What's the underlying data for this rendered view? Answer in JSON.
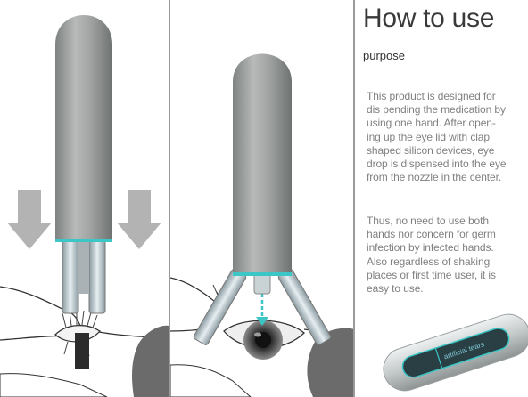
{
  "heading": {
    "title": "How to use",
    "subtitle": "purpose"
  },
  "paragraph_1": [
    "This product is designed for",
    "dis pending the medication by",
    "using one hand.  After open-",
    "ing up the eye lid with clap",
    "shaped silicon devices, eye",
    "drop is dispensed into the eye",
    "from the nozzle in the center."
  ],
  "paragraph_2": [
    "Thus, no need to use both",
    "hands nor concern for germ",
    "infection by infected hands.",
    "Also regardless of shaking",
    "places or first time user, it is",
    "easy to use."
  ],
  "product": {
    "label": "artificial tears"
  },
  "colors": {
    "body_gray": "#9da09f",
    "accent_teal": "#3cc6c6",
    "arrow_gray": "#b3b3b3",
    "text_gray": "#808080"
  }
}
